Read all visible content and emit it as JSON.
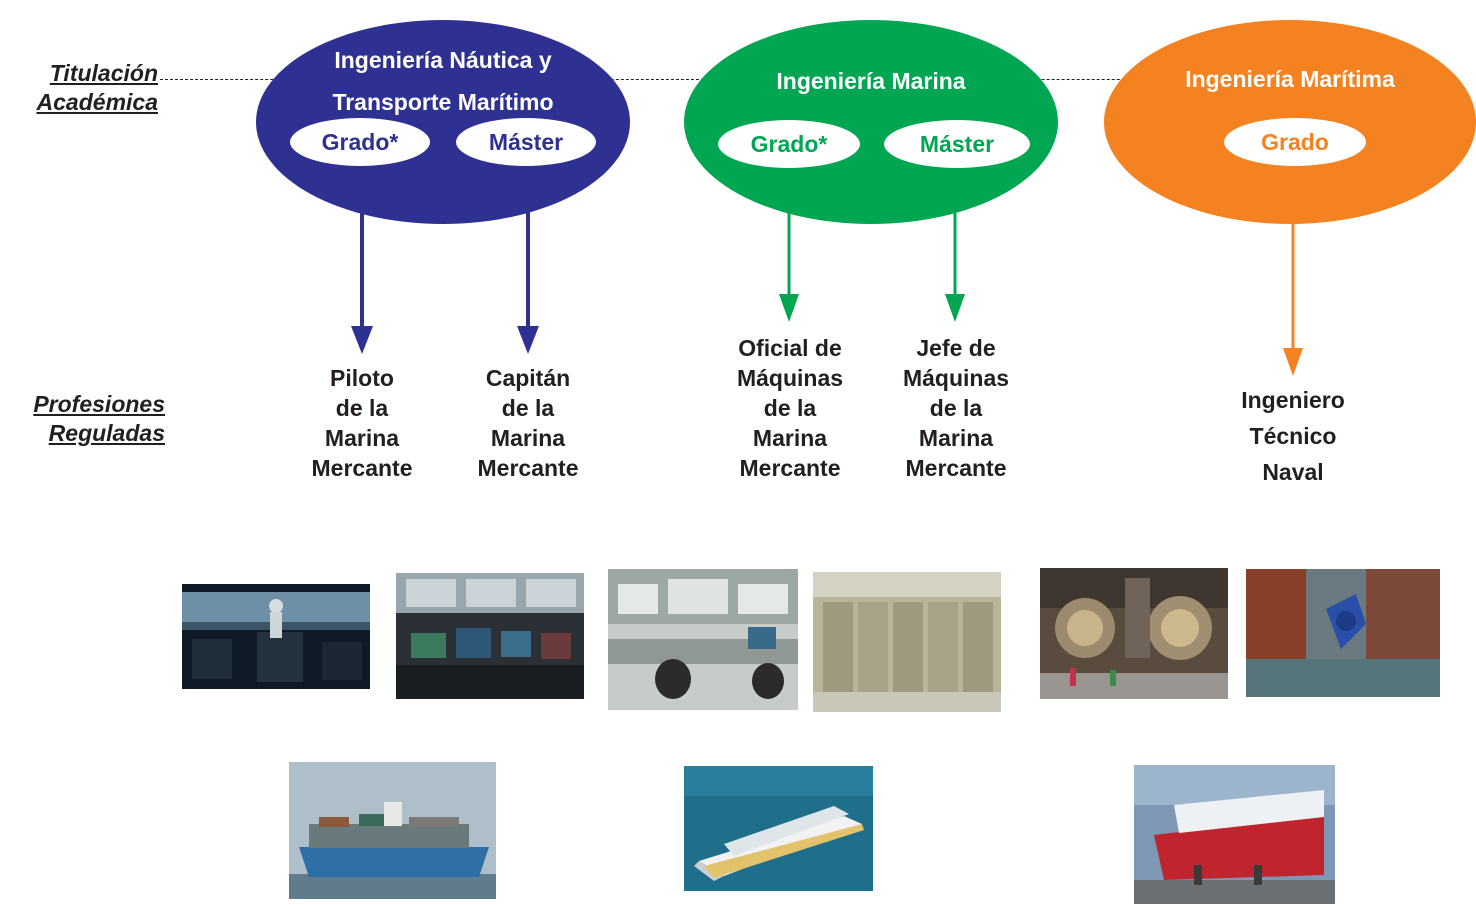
{
  "labels": {
    "titulacion": [
      "Titulación",
      "Académica"
    ],
    "profesiones": [
      "Profesiones",
      "Reguladas"
    ]
  },
  "degrees": [
    {
      "title_lines": [
        "Ingeniería Náutica y",
        "Transporte Marítimo"
      ],
      "options": [
        "Grado*",
        "Máster"
      ],
      "color": "#2e3192"
    },
    {
      "title_lines": [
        "Ingeniería Marina"
      ],
      "options": [
        "Grado*",
        "Máster"
      ],
      "color": "#00a651"
    },
    {
      "title_lines": [
        "Ingeniería Marítima"
      ],
      "options": [
        "Grado"
      ],
      "color": "#f58220"
    }
  ],
  "professions": [
    {
      "lines": [
        "Piloto",
        "de la",
        "Marina",
        "Mercante"
      ]
    },
    {
      "lines": [
        "Capitán",
        "de la",
        "Marina",
        "Mercante"
      ]
    },
    {
      "lines": [
        "Oficial de",
        "Máquinas",
        "de la",
        "Marina",
        "Mercante"
      ]
    },
    {
      "lines": [
        "Jefe de",
        "Máquinas",
        "de la",
        "Marina",
        "Mercante"
      ]
    },
    {
      "lines": [
        "Ingeniero",
        "Técnico",
        "Naval"
      ]
    }
  ],
  "photos": [
    {
      "name": "bridge-simulator-photo"
    },
    {
      "name": "ship-bridge-console-photo"
    },
    {
      "name": "engine-control-room-photo"
    },
    {
      "name": "ship-engine-photo"
    },
    {
      "name": "propeller-thrusters-photo"
    },
    {
      "name": "ship-propeller-drydock-photo"
    },
    {
      "name": "container-ship-photo"
    },
    {
      "name": "cruise-ship-photo"
    },
    {
      "name": "ferry-drydock-photo"
    }
  ]
}
